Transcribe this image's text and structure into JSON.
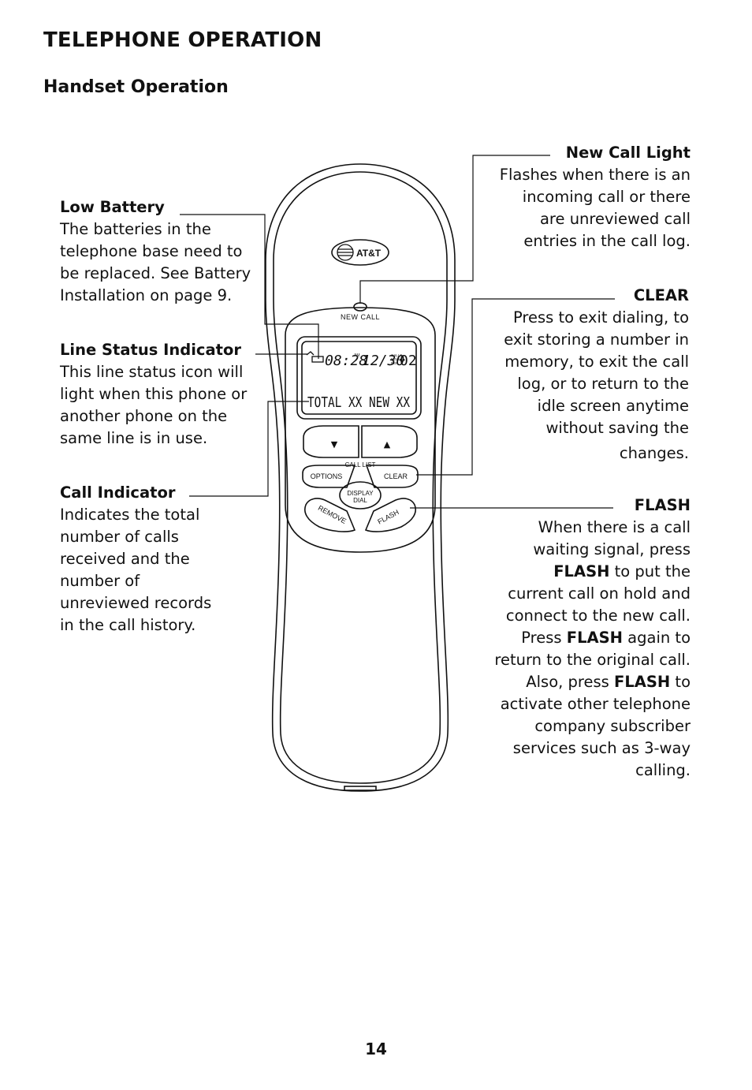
{
  "heading": "TELEPHONE OPERATION",
  "subheading": "Handset Operation",
  "page_number": "14",
  "handset": {
    "brand": "AT&T",
    "new_call_label": "NEW CALL",
    "display": {
      "time": "08:28",
      "am": "AM",
      "date": "12/30",
      "call_mark_1": "CALL#",
      "call_mark_2": "NEW",
      "call_mark_3": "REP",
      "call_number": "02",
      "line2": "TOTAL XX NEW XX"
    },
    "call_list_label": "CALL LIST",
    "buttons": {
      "down": "▼",
      "up": "▲",
      "options": "OPTIONS",
      "clear": "CLEAR",
      "display_dial_1": "DISPLAY",
      "display_dial_2": "DIAL",
      "remove": "REMOVE",
      "flash": "FLASH"
    }
  },
  "callouts": {
    "low_battery": {
      "title": "Low Battery",
      "lines": [
        "The batteries in the",
        "telephone base need to",
        "be replaced. See Battery",
        "Installation on page 9."
      ]
    },
    "line_status": {
      "title": "Line Status Indicator",
      "lines": [
        "This line status icon will",
        "light when this phone or",
        "another phone on the",
        "same line is in use."
      ]
    },
    "call_indicator": {
      "title": "Call Indicator",
      "lines": [
        "Indicates the total",
        "number of calls",
        "received and the",
        "number of",
        "unreviewed records",
        "in the call history."
      ]
    },
    "new_call_light": {
      "title": "New Call Light",
      "lines": [
        "Flashes when there is an",
        "incoming call or there",
        "are unreviewed call",
        "entries in the call log."
      ]
    },
    "clear": {
      "title": "CLEAR",
      "lines": [
        "Press to exit dialing, to",
        "exit storing a number in",
        "memory, to exit the call",
        "log, or to return to the",
        "idle screen anytime",
        "without saving the",
        "changes."
      ]
    },
    "flash": {
      "title": "FLASH",
      "line1": "When there is a call",
      "line2": "waiting signal, press",
      "line3_bold": "FLASH",
      "line3_rest": " to put the",
      "line4": "current call on hold and",
      "line5": "connect to the new call.",
      "line6_pre": "Press ",
      "line6_bold": "FLASH",
      "line6_rest": " again to",
      "line7": "return to the original call.",
      "line8_pre": "Also, press ",
      "line8_bold": "FLASH",
      "line8_rest": " to",
      "line9": "activate other telephone",
      "line10": "company subscriber",
      "line11": "services such as 3-way",
      "line12": "calling."
    }
  }
}
